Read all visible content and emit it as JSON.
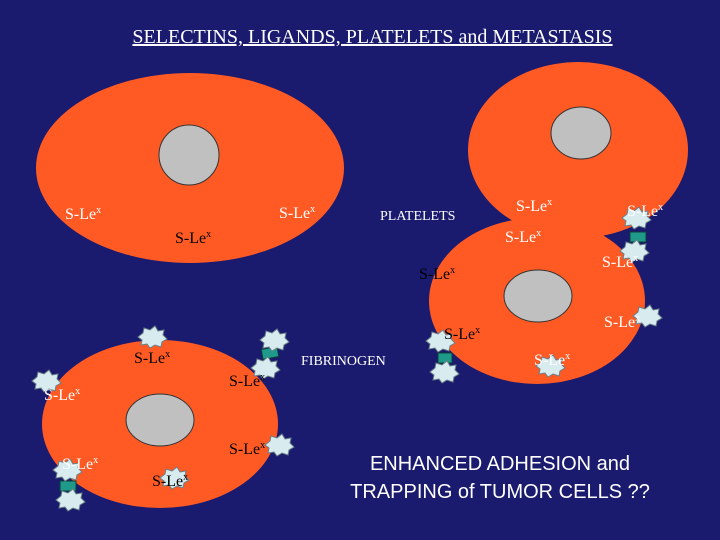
{
  "title": "SELECTINS,  LIGANDS, PLATELETS and METASTASIS",
  "ligand": {
    "base": "S-Le",
    "superscript": "x"
  },
  "labels": {
    "platelets": "PLATELETS",
    "fibrinogen": "FIBRINOGEN"
  },
  "conclusion": {
    "line1": "ENHANCED ADHESION and",
    "line2": "TRAPPING of TUMOR CELLS ??"
  },
  "colors": {
    "background": "#1a1a6e",
    "tumor_cell": "#ff5a24",
    "nucleus": "#c0c0c0",
    "platelet": "#d8ecf0",
    "fibrinogen_bridge": "#1f9a8a"
  }
}
